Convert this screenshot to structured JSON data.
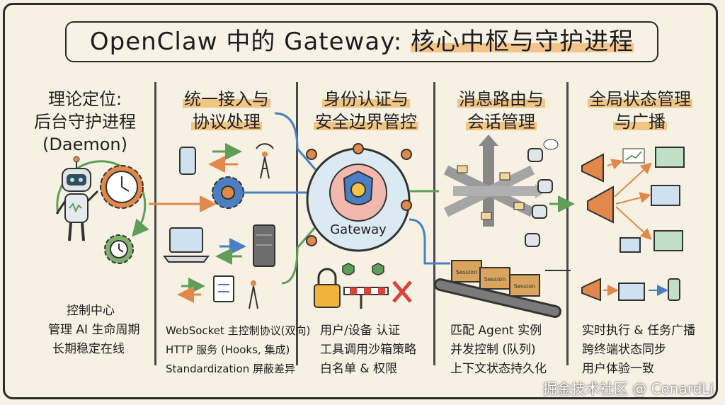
{
  "title": {
    "prefix": "OpenClaw 中的 Gateway: ",
    "highlight": "核心中枢与守护进程"
  },
  "columns": [
    {
      "heading": [
        "理论定位:",
        "后台守护进程",
        "(Daemon)"
      ],
      "items": [
        "控制中心",
        "管理 AI 生命周期",
        "长期稳定在线"
      ]
    },
    {
      "heading": [
        "统一接入与",
        "协议处理"
      ],
      "items": [
        "WebSocket 主控制协议(双向)",
        "HTTP 服务 (Hooks, 集成)",
        "Standardization 屏蔽差异"
      ]
    },
    {
      "heading": [
        "身份认证与",
        "安全边界管控"
      ],
      "items": [
        "用户/设备 认证",
        "工具调用沙箱策略",
        "白名单 & 权限"
      ]
    },
    {
      "heading": [
        "消息路由与",
        "会话管理"
      ],
      "items": [
        "匹配 Agent 实例",
        "并发控制 (队列)",
        "上下文状态持久化"
      ]
    },
    {
      "heading": [
        "全局状态管理",
        "与广播"
      ],
      "items": [
        "实时执行 & 任务广播",
        "跨终端状态同步",
        "用户体验一致"
      ]
    }
  ],
  "hub_label": "Gateway",
  "session_labels": [
    "Session",
    "Session",
    "Session"
  ],
  "watermark": "掘金技术社区 @ ConardLi",
  "colors": {
    "accent": "#f1c584",
    "ink": "#2b2b2b",
    "paper": "#f7f1e4",
    "orange": "#e0894a",
    "blue": "#4c7fc2",
    "green": "#5e9e58"
  }
}
